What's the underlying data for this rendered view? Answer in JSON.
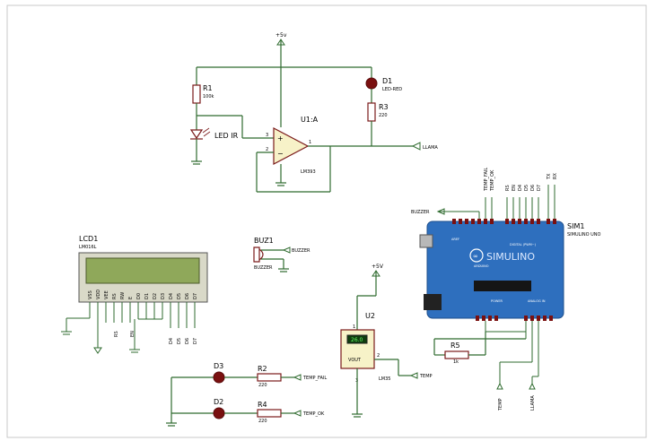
{
  "supply": {
    "top": "+5v",
    "mid": "+5V"
  },
  "d1": {
    "ref": "D1",
    "value": "LED-RED"
  },
  "r1": {
    "ref": "R1",
    "value": "100k"
  },
  "r3": {
    "ref": "R3",
    "value": "220"
  },
  "led_ir": "LED IR",
  "u1": {
    "ref": "U1:A",
    "value": "LM393",
    "pin3": "3",
    "pin2": "2",
    "pin1": "1"
  },
  "nets": {
    "llama": "LLAMA",
    "buzzer": "BUZZER",
    "temp_fail": "TEMP_FAIL",
    "temp_ok": "TEMP_OK",
    "temp": "TEMP",
    "rs": "RS",
    "en": "EN",
    "d4": "D4",
    "d5": "D5",
    "d6": "D6",
    "d7": "D7",
    "tx": "TX",
    "rx": "RX"
  },
  "sim1": {
    "ref": "SIM1",
    "value": "SIMULINO UNO",
    "brand": "SIMULINO",
    "sub": "ARDUINO",
    "digital": "DIGITAL (PWM~)",
    "analog": "ANALOG IN",
    "power": "POWER",
    "aref": "AREF"
  },
  "lcd": {
    "ref": "LCD1",
    "value": "LM016L",
    "pins": [
      "VSS",
      "VDD",
      "VEE",
      "RS",
      "RW",
      "E",
      "D0",
      "D1",
      "D2",
      "D3",
      "D4",
      "D5",
      "D6",
      "D7"
    ]
  },
  "buz": {
    "ref": "BUZ1",
    "value": "BUZZER"
  },
  "u2": {
    "ref": "U2",
    "value": "LM35",
    "display": "26.0",
    "vout": "VOUT",
    "pin1": "1",
    "pin2": "2",
    "pin3": "3"
  },
  "r5": {
    "ref": "R5",
    "value": "1k"
  },
  "d3": {
    "ref": "D3"
  },
  "r2": {
    "ref": "R2",
    "value": "220"
  },
  "d2": {
    "ref": "D2"
  },
  "r4": {
    "ref": "R4",
    "value": "220"
  }
}
